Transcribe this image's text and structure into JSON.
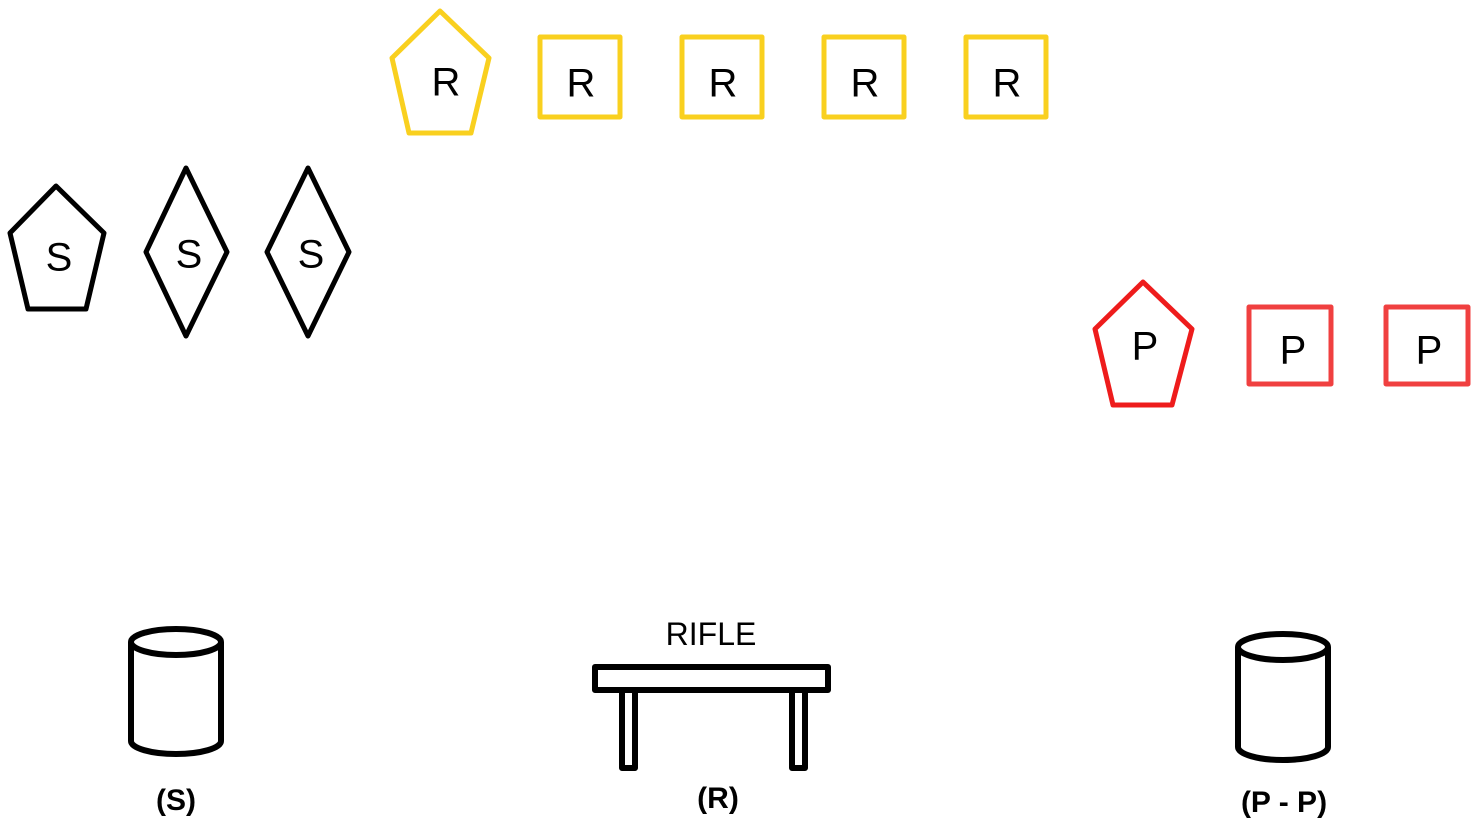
{
  "colors": {
    "rifle": "#f9d01f",
    "pistol_pentagon": "#ee1c1c",
    "pistol_square": "#f04040",
    "shotgun": "#000000"
  },
  "rifle_targets": [
    {
      "shape": "pentagon",
      "letter": "R"
    },
    {
      "shape": "square",
      "letter": "R"
    },
    {
      "shape": "square",
      "letter": "R"
    },
    {
      "shape": "square",
      "letter": "R"
    },
    {
      "shape": "square",
      "letter": "R"
    }
  ],
  "shotgun_targets": [
    {
      "shape": "pentagon",
      "letter": "S"
    },
    {
      "shape": "diamond",
      "letter": "S"
    },
    {
      "shape": "diamond",
      "letter": "S"
    }
  ],
  "pistol_targets": [
    {
      "shape": "pentagon",
      "letter": "P"
    },
    {
      "shape": "square",
      "letter": "P"
    },
    {
      "shape": "square",
      "letter": "P"
    }
  ],
  "stations": {
    "shotgun_barrel": {
      "icon": "barrel-icon",
      "label": "(S)"
    },
    "rifle_table": {
      "icon": "table-icon",
      "caption": "RIFLE",
      "label": "(R)"
    },
    "pistol_barrel": {
      "icon": "barrel-icon",
      "label": "(P - P)"
    }
  }
}
